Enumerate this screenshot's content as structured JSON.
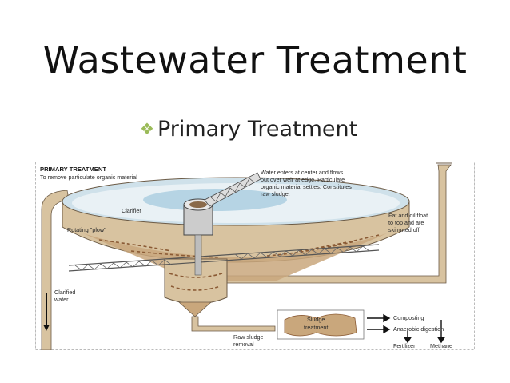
{
  "slide": {
    "title": "Wastewater Treatment",
    "bullet": "Primary Treatment",
    "bullet_icon": "four-diamond-bullet-icon",
    "bullet_color": "#9bbb59"
  },
  "diagram": {
    "heading": "PRIMARY TREATMENT",
    "subheading": "To remove particulate organic material",
    "water_note": [
      "Water enters at center and flows",
      "out over weir at edge.  Particulate",
      "organic material settles.  Constitutes",
      "raw sludge."
    ],
    "fat_note": [
      "Fat and oil float",
      "to top and are",
      "skimmed off."
    ],
    "clarifier_label": "Clarifier",
    "plow_label": "Rotating \"plow\"",
    "clarified_label": [
      "Clarified",
      "water"
    ],
    "raw_sludge_label": [
      "Raw sludge",
      "removal"
    ],
    "sludge_box_label": [
      "Sludge",
      "treatment"
    ],
    "outputs": [
      "Composting",
      "Anaerobic digestion",
      "Fertilizer",
      "Methane"
    ],
    "colors": {
      "sludge": "#c9a77c",
      "sludge_dark": "#8a5a34",
      "water": "#9fc5dc",
      "pipe": "#d8c3a0"
    }
  }
}
